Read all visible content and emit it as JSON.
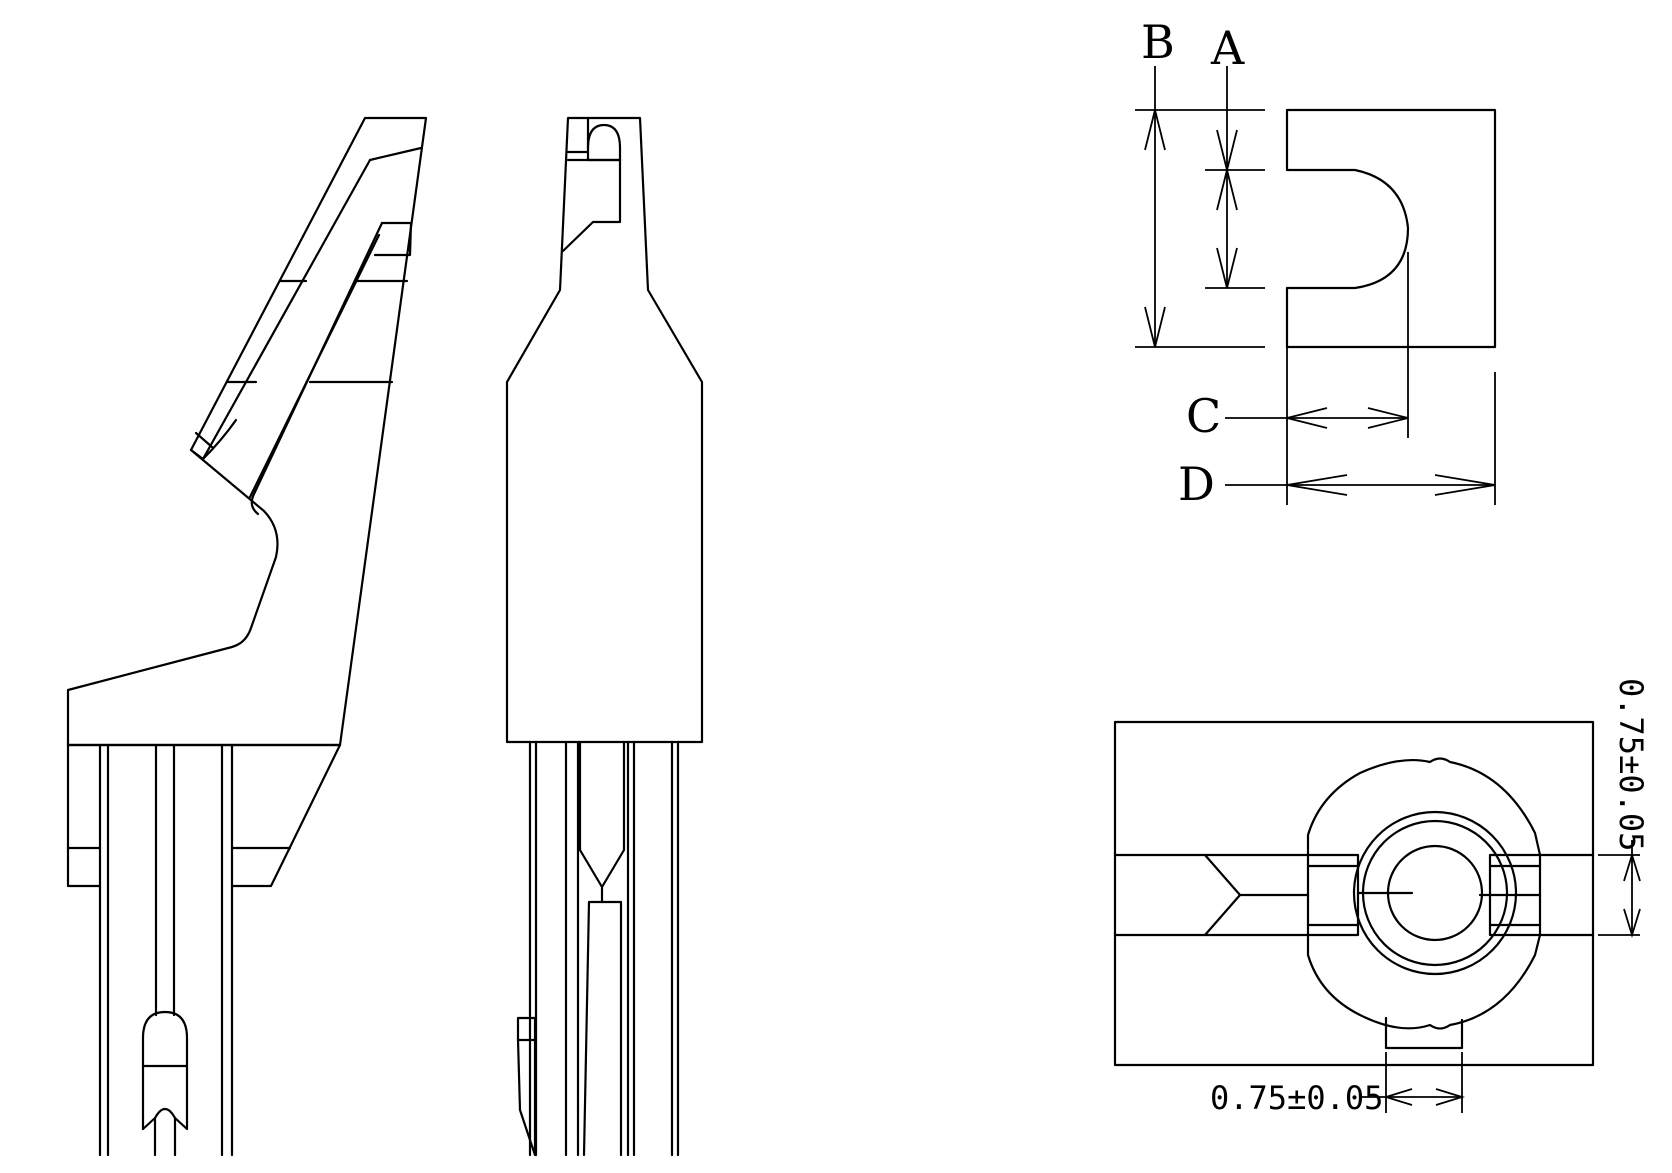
{
  "labels": {
    "a": "A",
    "b": "B",
    "c": "C",
    "d": "D"
  },
  "dimensions": {
    "horizontal": "0.75±0.05",
    "vertical": "0.75±0.05"
  }
}
